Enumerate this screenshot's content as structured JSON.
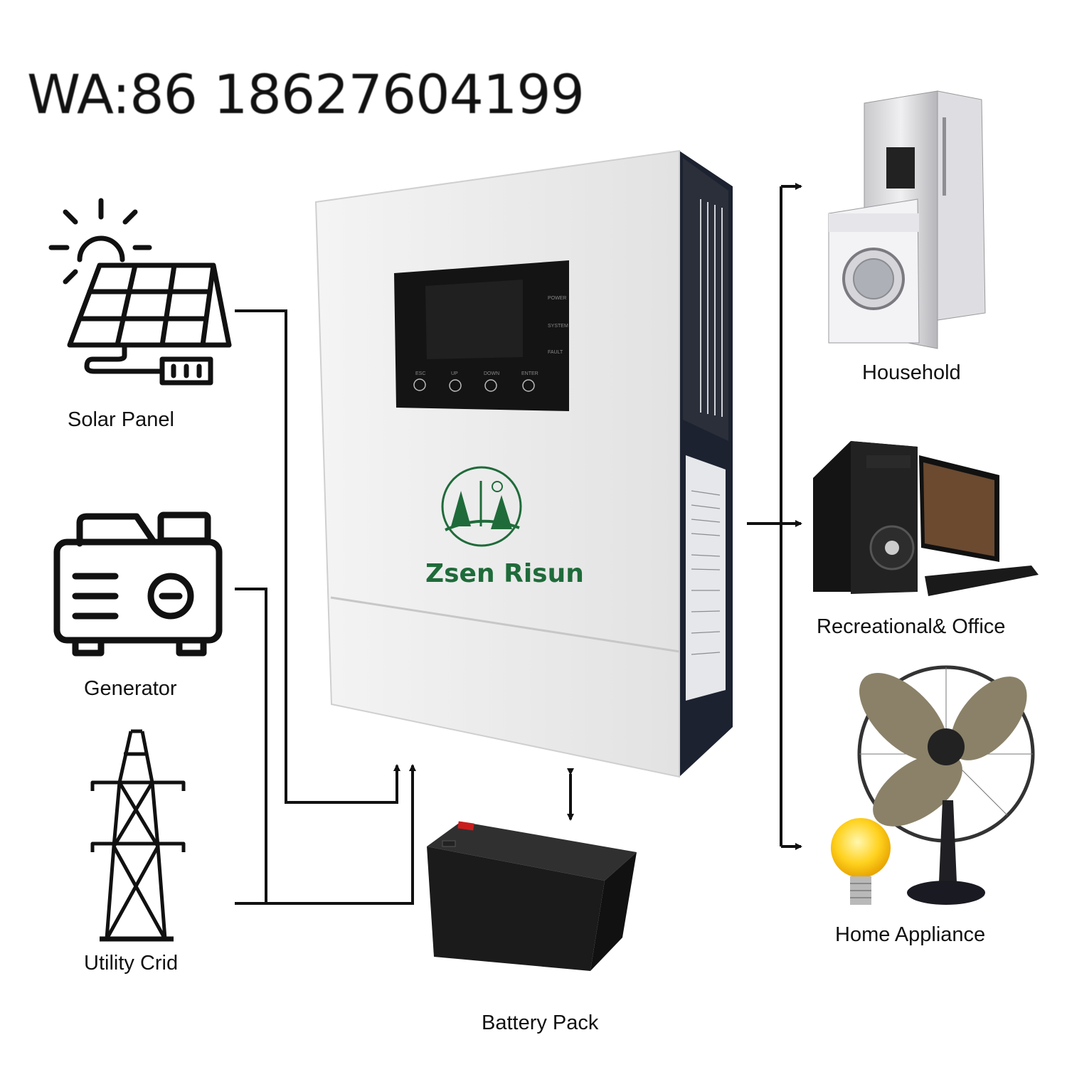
{
  "contact": {
    "whatsapp": "WA:86 18627604199"
  },
  "inputs": [
    {
      "label": "Solar Panel",
      "icon": "solar-panel-icon"
    },
    {
      "label": "Generator",
      "icon": "generator-icon"
    },
    {
      "label": "Utility Crid",
      "icon": "utility-tower-icon"
    }
  ],
  "storage": {
    "label": "Battery Pack",
    "icon": "battery-icon"
  },
  "inverter": {
    "brand": "Zsen Risun",
    "screen": {
      "indicators": [
        "POWER",
        "SYSTEM",
        "FAULT"
      ],
      "buttons": [
        "ESC",
        "UP",
        "DOWN",
        "ENTER"
      ]
    }
  },
  "outputs": [
    {
      "label": "Household",
      "icon": "household-appliances-icon"
    },
    {
      "label": "Recreational& Office",
      "icon": "computer-icon"
    },
    {
      "label": "Home Appliance",
      "icon": "fan-and-bulb-icon"
    }
  ],
  "colors": {
    "brand_green": "#1f6b3a",
    "line": "#111111",
    "panel_dark": "#141414"
  }
}
